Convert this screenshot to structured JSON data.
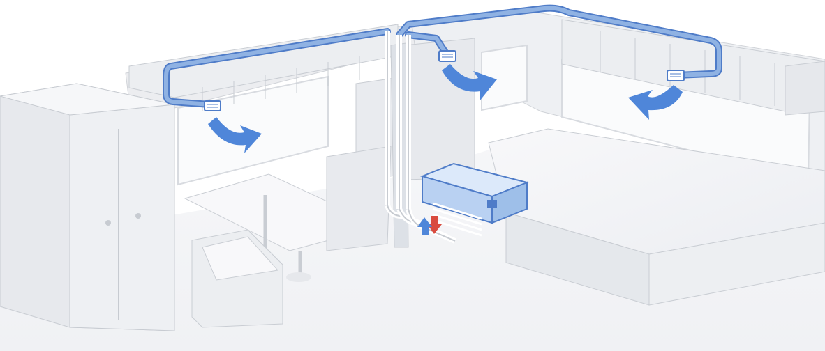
{
  "colors": {
    "background": "#ffffff",
    "wall_light": "#f1f2f4",
    "wall_mid": "#e4e6ea",
    "wall_dark": "#d6d9de",
    "edge": "#c8ccd2",
    "duct_fill": "#8fb2e3",
    "duct_outline": "#4f7cc8",
    "airflow_blue": "#4f86d9",
    "heat_red": "#d94b3f",
    "unit_blue": "#a9c7ef"
  },
  "icons": {
    "cool_air": "arrow-down-curved-blue",
    "warm_air": "arrow-red",
    "return_air": "arrow-blue"
  }
}
